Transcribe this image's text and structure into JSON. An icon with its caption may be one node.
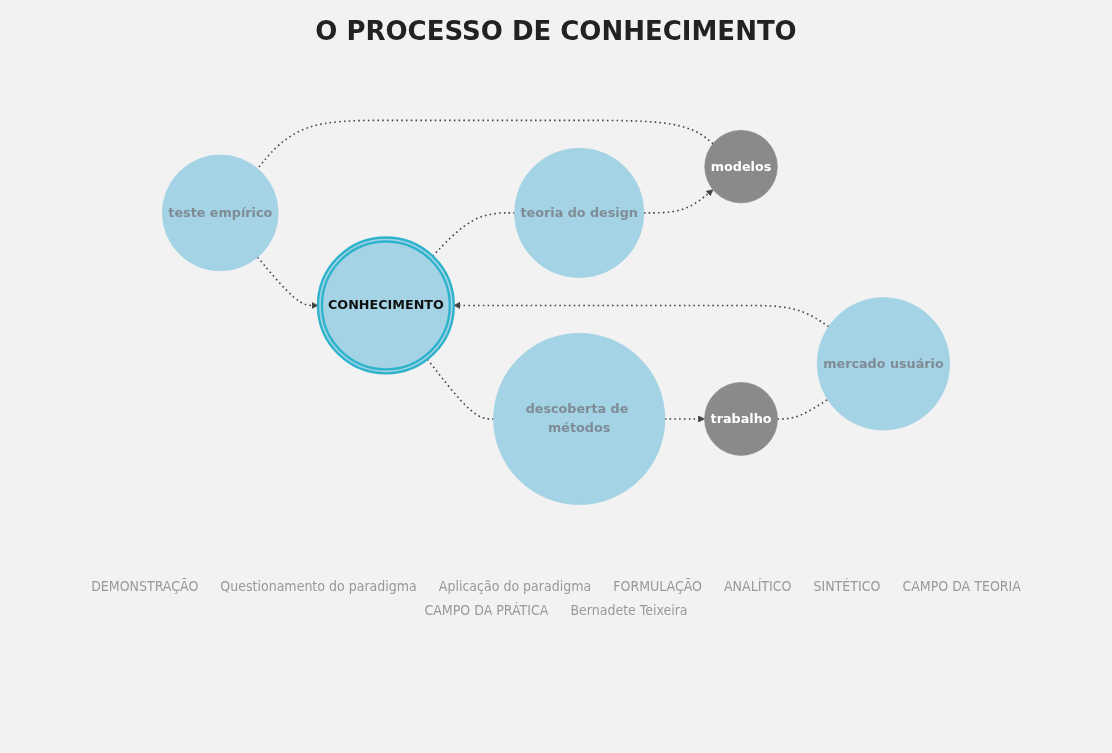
{
  "diagram": {
    "title": "O PROCESSO DE CONHECIMENTO",
    "nodes": [
      {
        "text": [
          "teste empírico"
        ]
      },
      {
        "text": [
          "mercado usuário"
        ]
      },
      {
        "text": [
          "modelos"
        ]
      },
      {
        "text": [
          "CONHECIMENTO"
        ]
      },
      {
        "text": [
          "trabalho"
        ]
      },
      {
        "text": [
          "teoria do design"
        ]
      },
      {
        "text": [
          "descoberta de métodos"
        ]
      }
    ],
    "edges": [
      {
        "from": 0,
        "to": 3,
        "arrow": "to"
      },
      {
        "from": 3,
        "to": 5,
        "arrow": "none"
      },
      {
        "from": 5,
        "to": 2,
        "arrow": "to"
      },
      {
        "from": 2,
        "to": 0,
        "arrow": "none"
      },
      {
        "from": 1,
        "to": 3,
        "arrow": "to"
      },
      {
        "from": 3,
        "to": 6,
        "arrow": "none"
      },
      {
        "from": 6,
        "to": 4,
        "arrow": "to"
      },
      {
        "from": 4,
        "to": 1,
        "arrow": "none"
      }
    ],
    "labels": [
      "DEMONSTRAÇÃO",
      "Questionamento do paradigma",
      "Aplicação do paradigma",
      "FORMULAÇÃO",
      "ANALÍTICO",
      "SINTÉTICO",
      "CAMPO DA TEORIA",
      "CAMPO DA PRÁTICA",
      "Bernadete Teixeira"
    ]
  }
}
